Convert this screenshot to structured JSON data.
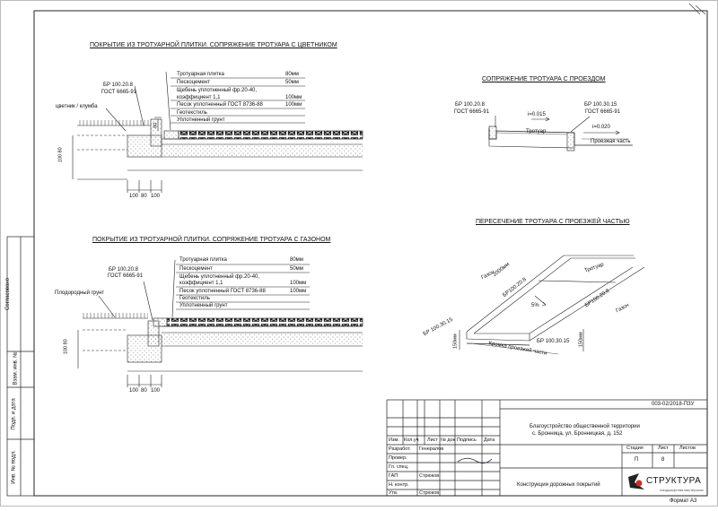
{
  "headings": {
    "flowerbed": "ПОКРЫТИЕ ИЗ ТРОТУАРНОЙ ПЛИТКИ. СОПРЯЖЕНИЕ ТРОТУАРА С ЦВЕТНИКОМ",
    "lawn": "ПОКРЫТИЕ ИЗ ТРОТУАРНОЙ ПЛИТКИ. СОПРЯЖЕНИЕ ТРОТУАРА С ГАЗОНОМ",
    "driveway": "СОПРЯЖЕНИЕ ТРОТУАРА С ПРОЕЗДОМ",
    "crossing": "ПЕРЕСЕЧЕНИЕ ТРОТУАРА С ПРОЕЗЖЕЙ ЧАСТЬЮ"
  },
  "layers": [
    {
      "name": "Тротуарная плитка",
      "thickness": "80мм"
    },
    {
      "name": "Пескоцемент",
      "thickness": "50мм"
    },
    {
      "name": "Щебень уплотненный фр.20-40,",
      "name2": "коэффициент 1,1",
      "thickness": "100мм"
    },
    {
      "name": "Песок уплотненный ГОСТ 8736-88",
      "thickness": "100мм"
    },
    {
      "name": "Геотекстиль",
      "thickness": ""
    },
    {
      "name": "Уплотненный грунт",
      "thickness": ""
    }
  ],
  "labels": {
    "curb_br_100_20_8": "БР 100.20.8",
    "gost_6665": "ГОСТ 6665-91",
    "curb_br_100_30_15": "БР 100.30.15",
    "flowerbed": "цветник / клумба",
    "fertile_soil": "Плодородный грунт",
    "slope_1": "i=0.015",
    "slope_2": "i=0.020",
    "sidewalk": "Тротуар",
    "carriageway": "Проезжая часть",
    "lawn_1": "Газон",
    "lawn_2": "Газон",
    "sidewalk_2": "Тротуар",
    "len_2000": "2000мм",
    "br_diag": "БР100.20.8",
    "br_diag_2": "БР100.20.8",
    "br_diag_3": "БР 100.30.15",
    "br_diag_4": "БР 100.30.15",
    "percent": "5%",
    "edge": "Кромка проезжей части",
    "d150_a": "150мм",
    "d150_b": "150мм"
  },
  "dims": {
    "d100_80_a": "100 80",
    "d100_80_b": "100 80",
    "bottom_a": [
      "100",
      "80",
      "100"
    ],
    "bottom_b": [
      "100",
      "80",
      "100"
    ],
    "small_80": "80",
    "small_80b": "80"
  },
  "side_stamp": [
    "Согласовано",
    "Взам. инв. №",
    "Подп. и дата",
    "Инв. № подл."
  ],
  "title_block": {
    "code": "003-02/2018-ПЗУ",
    "object_line1": "Благоустройство общественной территории",
    "object_line2": "с. Бронница, ул. Бронницкая, д. 152",
    "sheet_title": "Конструкции дорожных покрытий",
    "cols": [
      "Изм.",
      "Кол.уч",
      "Лист",
      "№ док",
      "Подпись",
      "Дата"
    ],
    "roles": [
      "Разработ.",
      "Провер.",
      "Гл. спец.",
      "ГАП",
      "Н. контр.",
      "Утв."
    ],
    "names": [
      "Генералов",
      "",
      "",
      "Стрюков",
      "",
      "Стрюков"
    ],
    "stage_label": "Стадия",
    "sheet_label": "Лист",
    "sheets_label": "Листов",
    "stage": "П",
    "sheet": "8",
    "sheets": "",
    "logo": "СТРУКТУРА",
    "logo_sub": "ландшафтная мастерская",
    "format": "Формат А3"
  }
}
